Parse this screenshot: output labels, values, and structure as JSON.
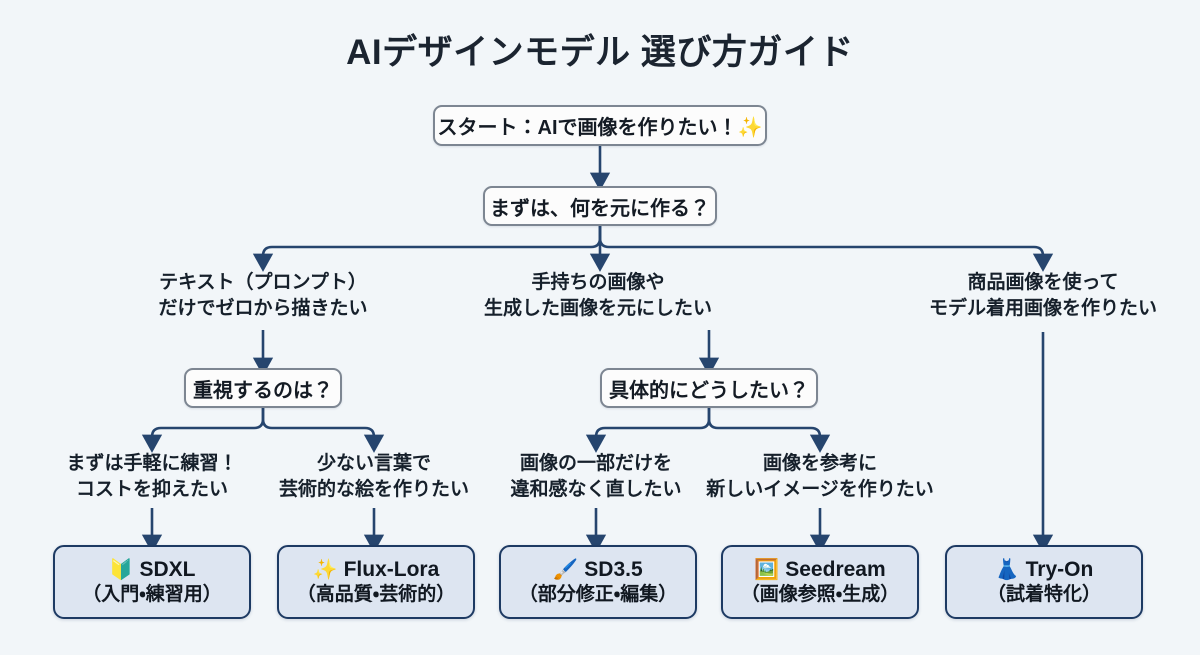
{
  "page": {
    "title": "AIデザインモデル 選び方ガイド",
    "background_color": "#f2f6f9",
    "line_color": "#26456e",
    "result_fill": "#dde5f1",
    "result_border": "#1d3a63"
  },
  "nodes": {
    "start": "スタート：AIで画像を作りたい！✨",
    "question_root": "まずは、何を元に作る？",
    "question_left": "重視するのは？",
    "question_middle": "具体的にどうしたい？"
  },
  "branches": {
    "text_prompt": {
      "line1": "テキスト（プロンプト）",
      "line2": "だけでゼロから描きたい"
    },
    "existing_image": {
      "line1": "手持ちの画像や",
      "line2": "生成した画像を元にしたい"
    },
    "product_image": {
      "line1": "商品画像を使って",
      "line2": "モデル着用画像を作りたい"
    },
    "cheap_practice": {
      "line1": "まずは手軽に練習！",
      "line2": "コストを抑えたい"
    },
    "artistic": {
      "line1": "少ない言葉で",
      "line2": "芸術的な絵を作りたい"
    },
    "partial_edit": {
      "line1": "画像の一部だけを",
      "line2": "違和感なく直したい"
    },
    "reference_new": {
      "line1": "画像を参考に",
      "line2": "新しいイメージを作りたい"
    }
  },
  "results": [
    {
      "icon": "🔰",
      "icon_name": "beginner-badge-icon",
      "name": "SDXL",
      "caption": "（入門・練習用）"
    },
    {
      "icon": "✨",
      "icon_name": "sparkles-icon",
      "name": "Flux-Lora",
      "caption": "（高品質・芸術的）"
    },
    {
      "icon": "🖌️",
      "icon_name": "paintbrush-icon",
      "name": "SD3.5",
      "caption": "（部分修正・編集）"
    },
    {
      "icon": "🖼️",
      "icon_name": "framed-picture-icon",
      "name": "Seedream",
      "caption": "（画像参照・生成）"
    },
    {
      "icon": "👗",
      "icon_name": "dress-icon",
      "name": "Try-On",
      "caption": "（試着特化）"
    }
  ]
}
